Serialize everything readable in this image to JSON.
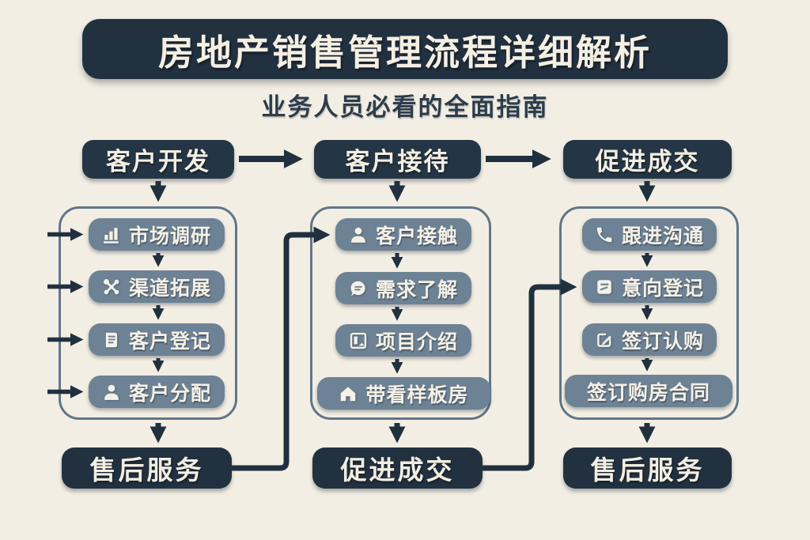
{
  "title": "房地产销售管理流程详细解析",
  "subtitle": "业务人员必看的全面指南",
  "palette": {
    "background": "#f3eee3",
    "dark_navy": "#223140",
    "pill_slate": "#6d8294",
    "panel_border": "#5f7689",
    "arrow": "#20303f",
    "light_text": "#f5efe3"
  },
  "columns": [
    {
      "header": "客户开发",
      "steps": [
        {
          "icon": "bar-chart-icon",
          "label": "市场调研"
        },
        {
          "icon": "share-network-icon",
          "label": "渠道拓展"
        },
        {
          "icon": "clipboard-icon",
          "label": "客户登记"
        },
        {
          "icon": "user-icon",
          "label": "客户分配"
        }
      ],
      "footer": "售后服务"
    },
    {
      "header": "客户接待",
      "steps": [
        {
          "icon": "user-icon",
          "label": "客户接触"
        },
        {
          "icon": "chat-bubble-icon",
          "label": "需求了解"
        },
        {
          "icon": "building-plan-icon",
          "label": "项目介绍"
        },
        {
          "icon": "home-icon",
          "label": "带看样板房"
        }
      ],
      "footer": "促进成交"
    },
    {
      "header": "促进成交",
      "steps": [
        {
          "icon": "phone-icon",
          "label": "跟进沟通"
        },
        {
          "icon": "document-arrow-icon",
          "label": "意向登记"
        },
        {
          "icon": "sign-pen-icon",
          "label": "签订认购"
        },
        {
          "icon": null,
          "label": "签订购房合同"
        }
      ],
      "footer": "售后服务"
    }
  ]
}
